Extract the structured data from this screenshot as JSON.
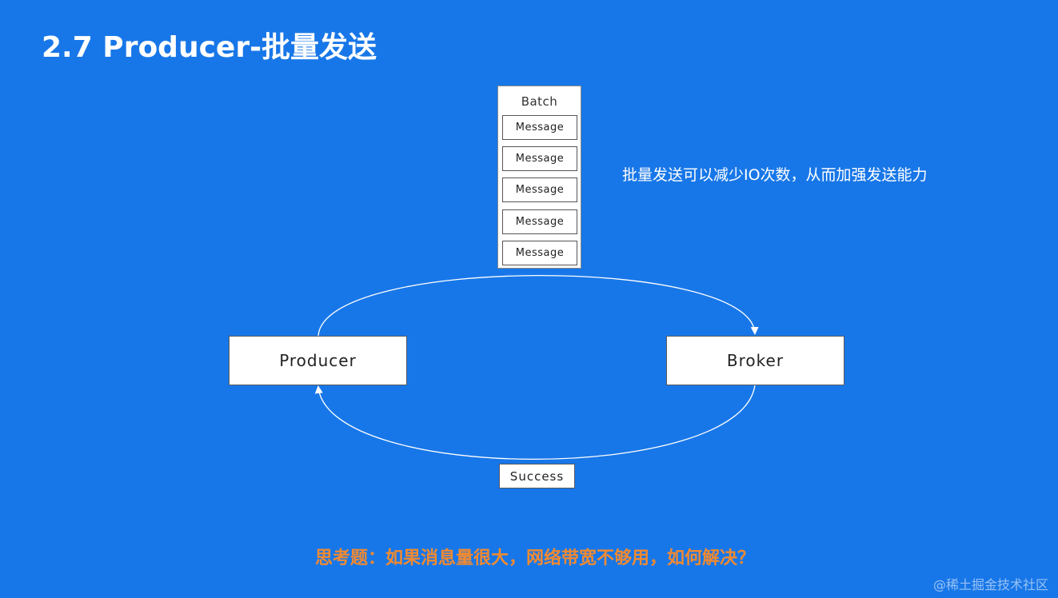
{
  "title": "2.7 Producer-批量发送",
  "batch": {
    "label": "Batch",
    "messages": [
      "Message",
      "Message",
      "Message",
      "Message",
      "Message"
    ]
  },
  "nodes": {
    "producer": "Producer",
    "broker": "Broker",
    "success": "Success"
  },
  "note": "批量发送可以减少IO次数，从而加强发送能力",
  "question": "思考题：如果消息量很大，网络带宽不够用，如何解决？",
  "watermark": "@稀土掘金技术社区",
  "colors": {
    "background": "#1877e8",
    "question": "#f08a32",
    "text": "#ffffff"
  }
}
